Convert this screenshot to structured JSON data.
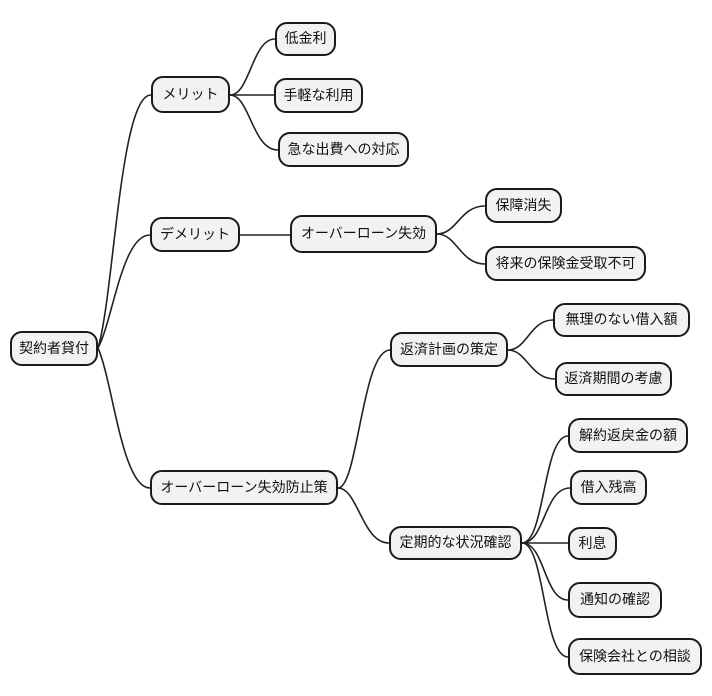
{
  "diagram": {
    "type": "mindmap",
    "title": "契約者貸付",
    "colors": {
      "background": "#ffffff",
      "node_fill": "#f2f2f2",
      "node_border": "#1a1a1a",
      "edge": "#222222",
      "text": "#111111"
    },
    "nodes": [
      {
        "id": "root",
        "label": "契約者貸付",
        "parent": null
      },
      {
        "id": "merit",
        "label": "メリット",
        "parent": "root"
      },
      {
        "id": "low-interest",
        "label": "低金利",
        "parent": "merit"
      },
      {
        "id": "easy-use",
        "label": "手軽な利用",
        "parent": "merit"
      },
      {
        "id": "urgent-expense",
        "label": "急な出費への対応",
        "parent": "merit"
      },
      {
        "id": "demerit",
        "label": "デメリット",
        "parent": "root"
      },
      {
        "id": "overloan-lapse",
        "label": "オーバーローン失効",
        "parent": "demerit"
      },
      {
        "id": "coverage-loss",
        "label": "保障消失",
        "parent": "overloan-lapse"
      },
      {
        "id": "no-future-benefit",
        "label": "将来の保険金受取不可",
        "parent": "overloan-lapse"
      },
      {
        "id": "lapse-prevention",
        "label": "オーバーローン失効防止策",
        "parent": "root"
      },
      {
        "id": "repayment-plan",
        "label": "返済計画の策定",
        "parent": "lapse-prevention"
      },
      {
        "id": "reasonable-amount",
        "label": "無理のない借入額",
        "parent": "repayment-plan"
      },
      {
        "id": "repayment-period",
        "label": "返済期間の考慮",
        "parent": "repayment-plan"
      },
      {
        "id": "periodic-check",
        "label": "定期的な状況確認",
        "parent": "lapse-prevention"
      },
      {
        "id": "surrender-value",
        "label": "解約返戻金の額",
        "parent": "periodic-check"
      },
      {
        "id": "loan-balance",
        "label": "借入残高",
        "parent": "periodic-check"
      },
      {
        "id": "interest",
        "label": "利息",
        "parent": "periodic-check"
      },
      {
        "id": "notice-check",
        "label": "通知の確認",
        "parent": "periodic-check"
      },
      {
        "id": "insurer-consult",
        "label": "保険会社との相談",
        "parent": "periodic-check"
      }
    ]
  }
}
